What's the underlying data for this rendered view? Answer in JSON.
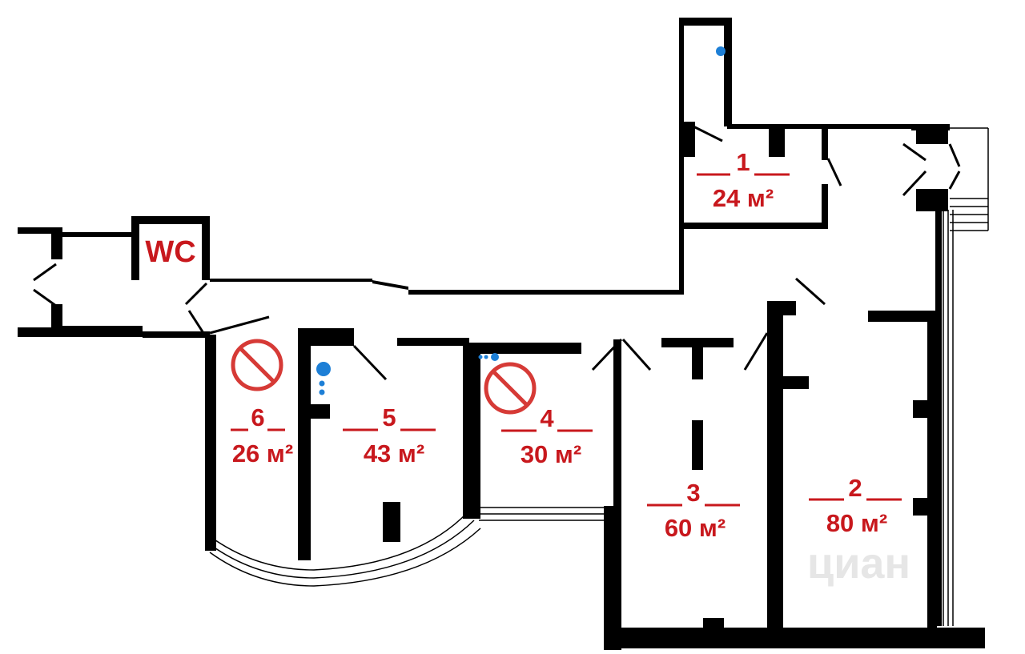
{
  "wc_label": "WC",
  "watermark_text": "циан",
  "colors": {
    "label_red": "#c8181d",
    "no_entry_red": "#d63a36",
    "water_blue": "#1d7fd6",
    "wall": "#000000"
  },
  "rooms": [
    {
      "number": "1",
      "area": "24 м²"
    },
    {
      "number": "2",
      "area": "80 м²"
    },
    {
      "number": "3",
      "area": "60 м²"
    },
    {
      "number": "4",
      "area": "30 м²"
    },
    {
      "number": "5",
      "area": "43 м²"
    },
    {
      "number": "6",
      "area": "26 м²"
    }
  ],
  "no_entry_rooms": [
    "4",
    "6"
  ],
  "icons": [
    "no-entry-icon",
    "water-point-icon"
  ]
}
